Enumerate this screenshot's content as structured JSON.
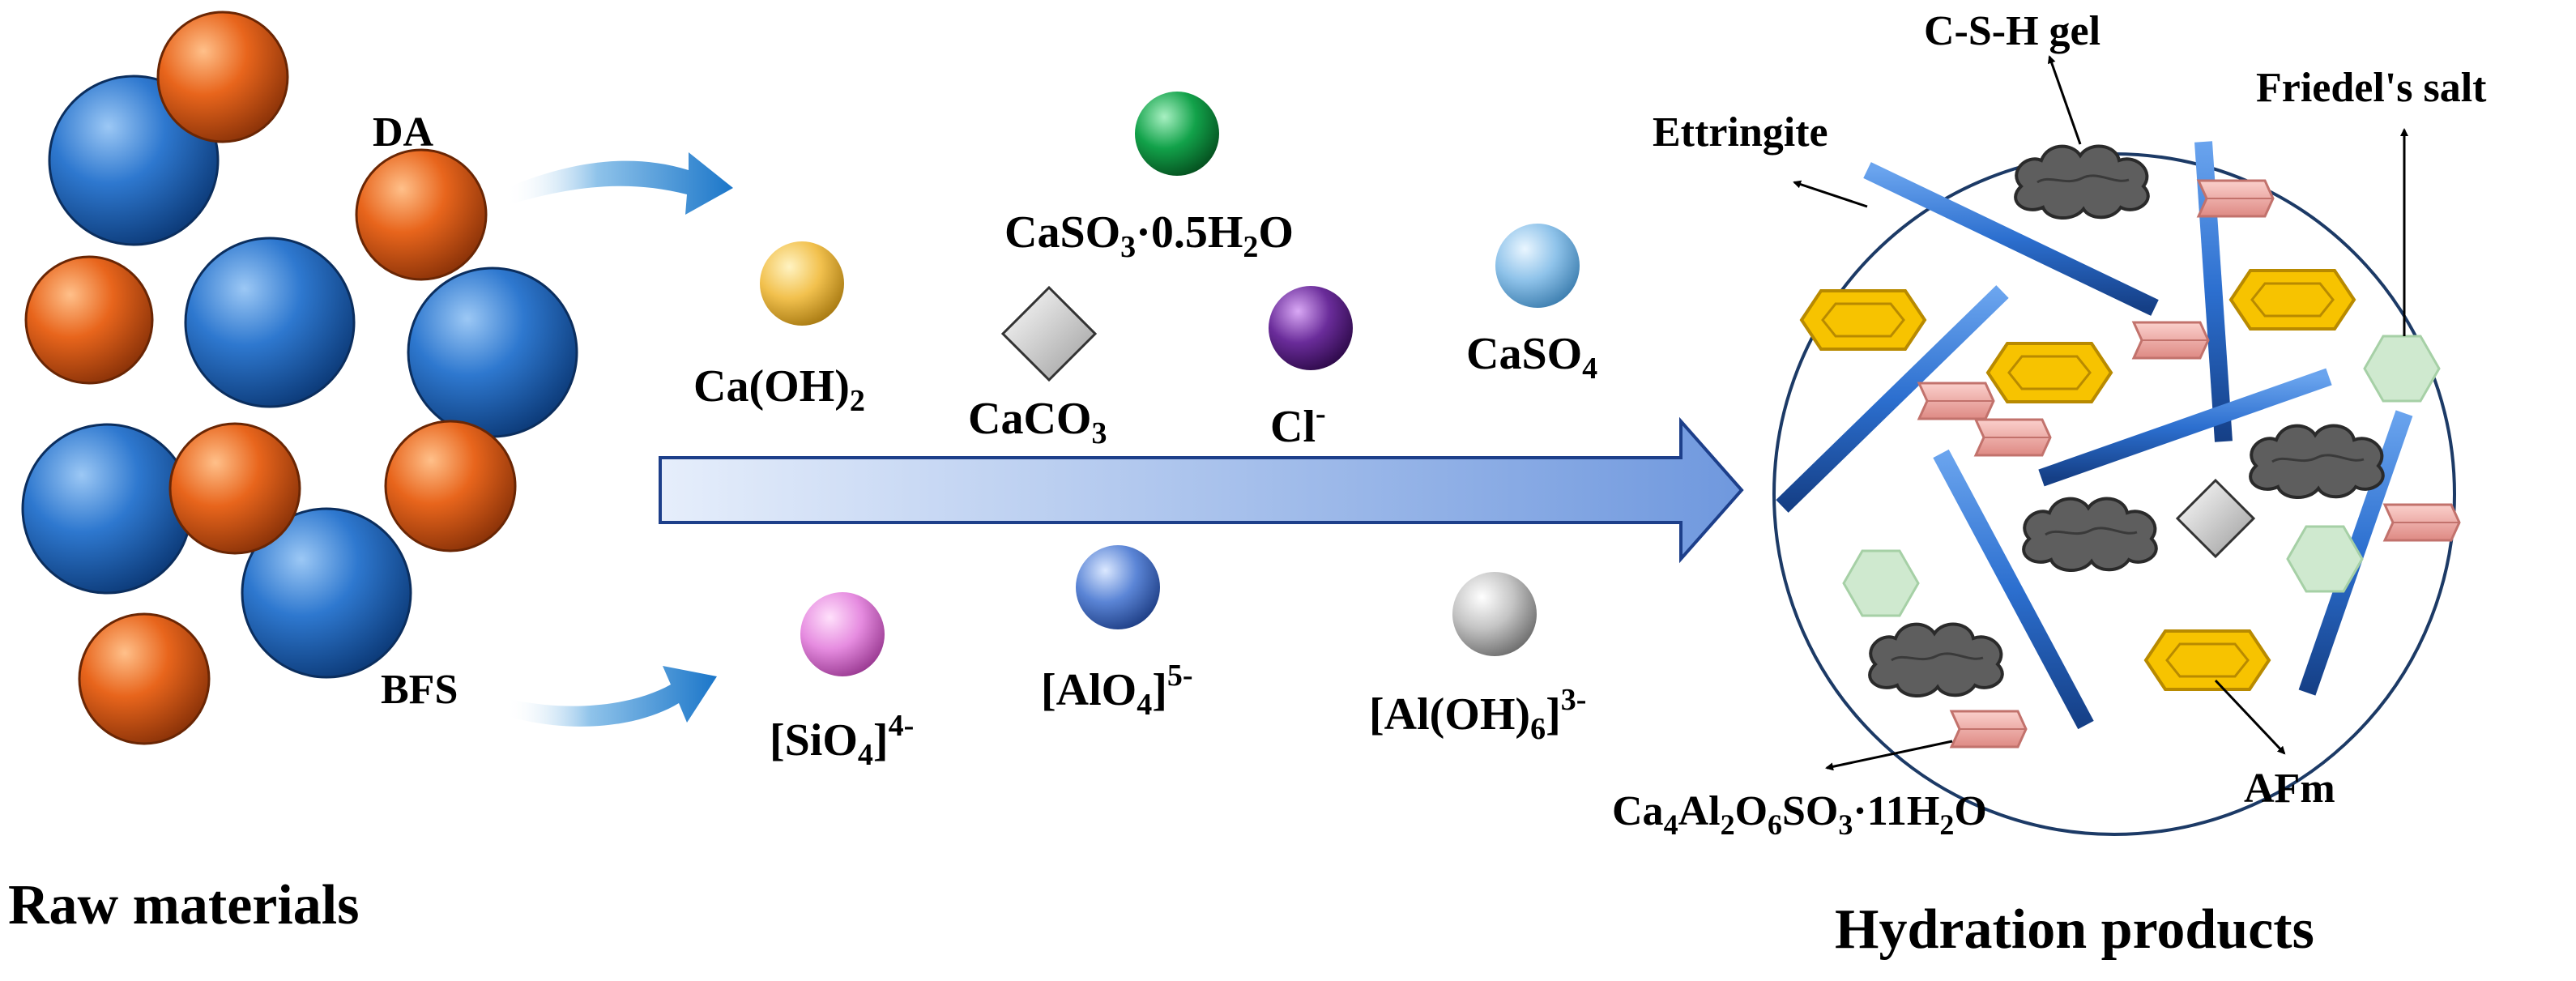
{
  "labels": {
    "da": "DA",
    "bfs": "BFS",
    "raw_materials": "Raw materials",
    "hydration_products": "Hydration products",
    "ca_oh_2": {
      "base": "Ca(OH)",
      "sub": "2"
    },
    "caso3": {
      "p1": "CaSO",
      "sub1": "3",
      "p2": "·0.5H",
      "sub2": "2",
      "p3": "O"
    },
    "caco3": {
      "base": "CaCO",
      "sub": "3"
    },
    "cl": {
      "base": "Cl",
      "sup": "-"
    },
    "caso4": {
      "base": "CaSO",
      "sub": "4"
    },
    "sio4": {
      "base": "[SiO",
      "sub": "4",
      "close": "]",
      "sup": "4-"
    },
    "alo4": {
      "base": "[AlO",
      "sub": "4",
      "close": "]",
      "sup": "5-"
    },
    "al_oh_6": {
      "base": "[Al(OH)",
      "sub": "6",
      "close": "]",
      "sup": "3-"
    },
    "csh_gel": "C-S-H gel",
    "friedels_salt": "Friedel's salt",
    "ettringite": "Ettringite",
    "afm": "AFm",
    "ca4": {
      "p1": "Ca",
      "s1": "4",
      "p2": "Al",
      "s2": "2",
      "p3": "O",
      "s3": "6",
      "p4": "SO",
      "s4": "3",
      "p5": "·11H",
      "s5": "2",
      "p6": "O"
    }
  },
  "colors": {
    "blue_particle": "#1f63b8",
    "orange_particle": "#e2651a",
    "ion_yellow": "#f2c14e",
    "ion_green": "#12a24a",
    "ion_purple": "#6a2c9a",
    "ion_lightblue": "#8fc3ea",
    "ion_pink": "#e68ce0",
    "ion_blue": "#5b85d6",
    "ion_gray": "#bdbdbd",
    "arrow_fill": "#a9c4ee",
    "rod": "#2c6fcf",
    "hex_yellow": "#f7c300",
    "hex_green": "#cfe9cf",
    "pink_crystal": "#f1a6a0",
    "gel": "#5a5a5a"
  }
}
